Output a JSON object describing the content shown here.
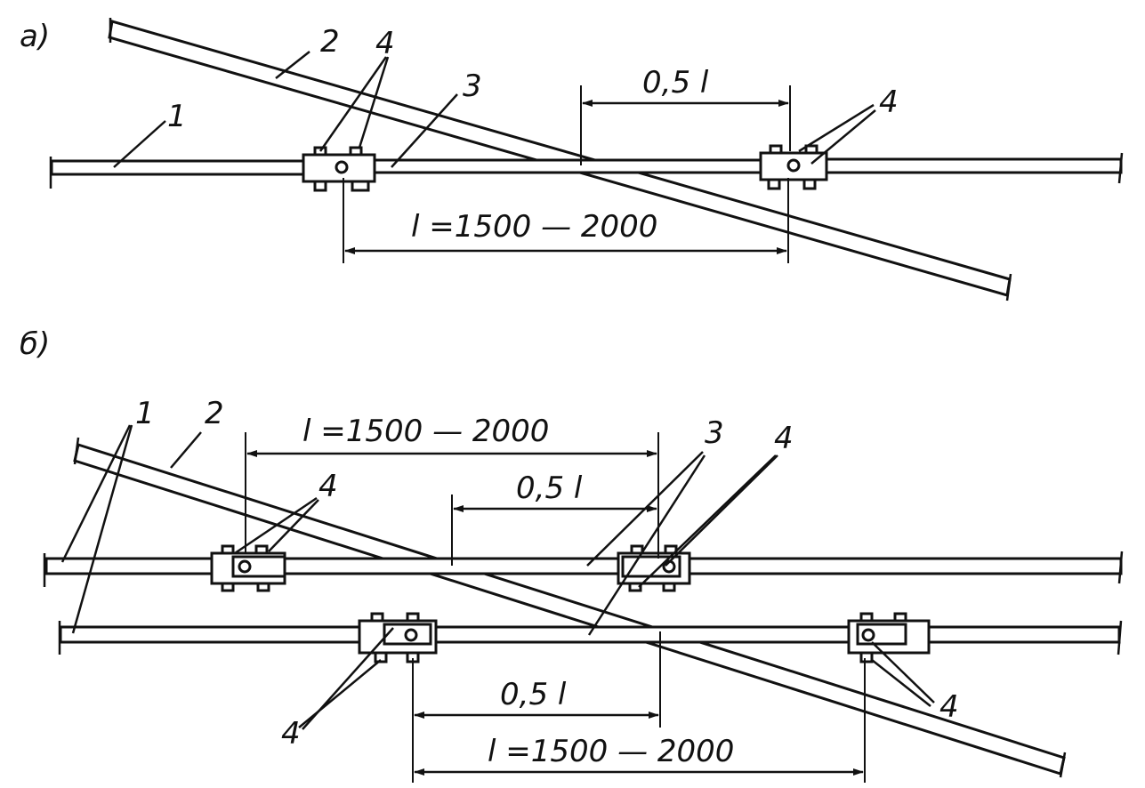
{
  "panels": {
    "a": {
      "label": "а)",
      "labels": {
        "n1": "1",
        "n2": "2",
        "n3": "3",
        "n4a": "4",
        "n4b": "4"
      },
      "dims": {
        "half": "0,5 l",
        "full": "l =1500 — 2000"
      }
    },
    "b": {
      "label": "б)",
      "labels": {
        "n1": "1",
        "n2": "2",
        "n3": "3",
        "n4a": "4",
        "n4b": "4",
        "n4c": "4",
        "n4d": "4"
      },
      "dims": {
        "full_top": "l =1500 — 2000",
        "half_top": "0,5 l",
        "half_bottom": "0,5 l",
        "full_bottom": "l =1500 — 2000"
      }
    }
  },
  "colors": {
    "ink": "#111111",
    "paper": "#ffffff"
  }
}
